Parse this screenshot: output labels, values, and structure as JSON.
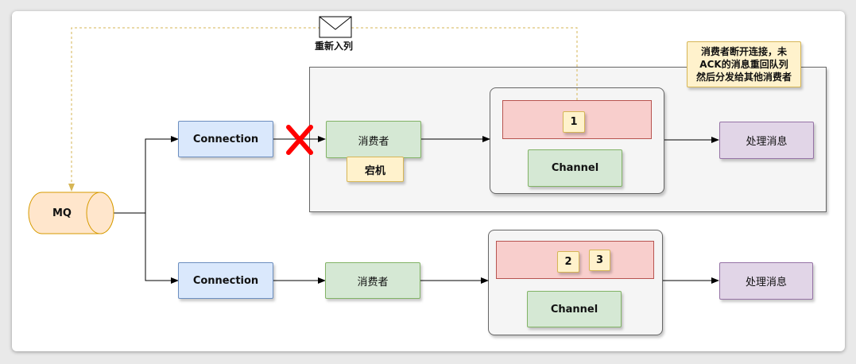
{
  "mq": {
    "label": "MQ"
  },
  "envelope_label": "重新入列",
  "note": {
    "line1": "消费者断开连接，未",
    "line2": "ACK的消息重回队列",
    "line3": "然后分发给其他消费者"
  },
  "row1": {
    "connection": "Connection",
    "consumer": "消费者",
    "crashed": "宕机",
    "message": "1",
    "channel": "Channel",
    "process": "处理消息"
  },
  "row2": {
    "connection": "Connection",
    "consumer": "消费者",
    "message_a": "2",
    "message_b": "3",
    "channel": "Channel",
    "process": "处理消息"
  },
  "colors": {
    "connection_fill": "#dae8fc",
    "consumer_fill": "#d5e8d4",
    "process_fill": "#e1d5e7",
    "queue_fill": "#f8cecc",
    "message_fill": "#fff2cc",
    "mq_fill": "#ffe6cc",
    "requeue_line": "#d6b656",
    "disconnect_mark": "#ff0000"
  },
  "icons": [
    "envelope-icon",
    "x-cross-icon",
    "cylinder-icon"
  ]
}
